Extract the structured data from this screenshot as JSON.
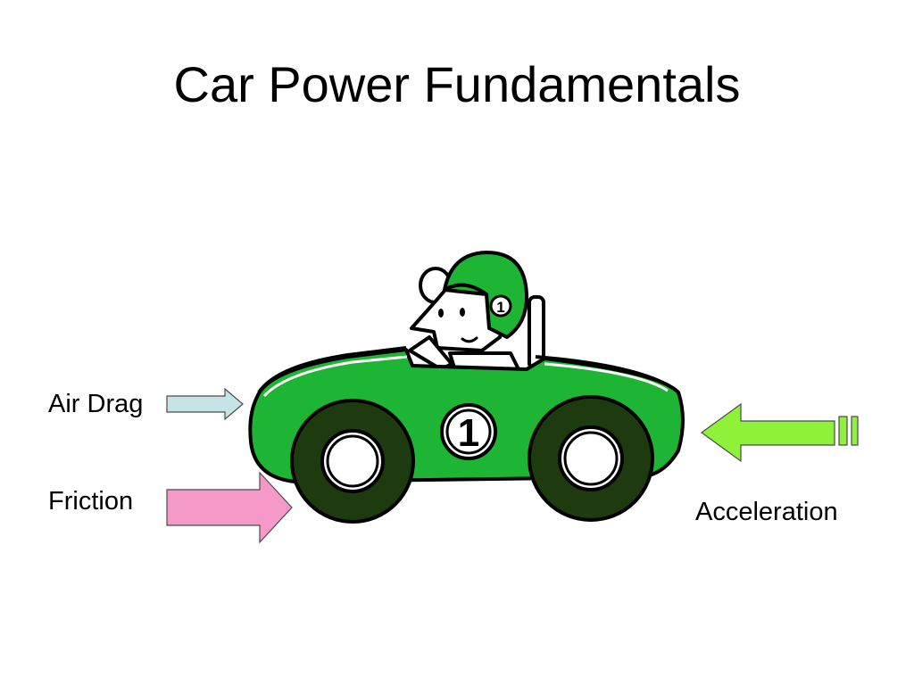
{
  "slide": {
    "title": "Car Power Fundamentals"
  },
  "labels": {
    "air_drag": "Air Drag",
    "friction": "Friction",
    "acceleration": "Acceleration"
  },
  "car": {
    "number": "1"
  },
  "colors": {
    "car_body": "#1fb534",
    "tire": "#1e3a0f",
    "air_drag_arrow": "#c5e4e6",
    "friction_arrow": "#f59ac8",
    "acceleration_arrow": "#8ef23a"
  },
  "icons": [
    "race-car-icon",
    "driver-icon",
    "right-arrow-icon",
    "left-arrow-icon"
  ]
}
